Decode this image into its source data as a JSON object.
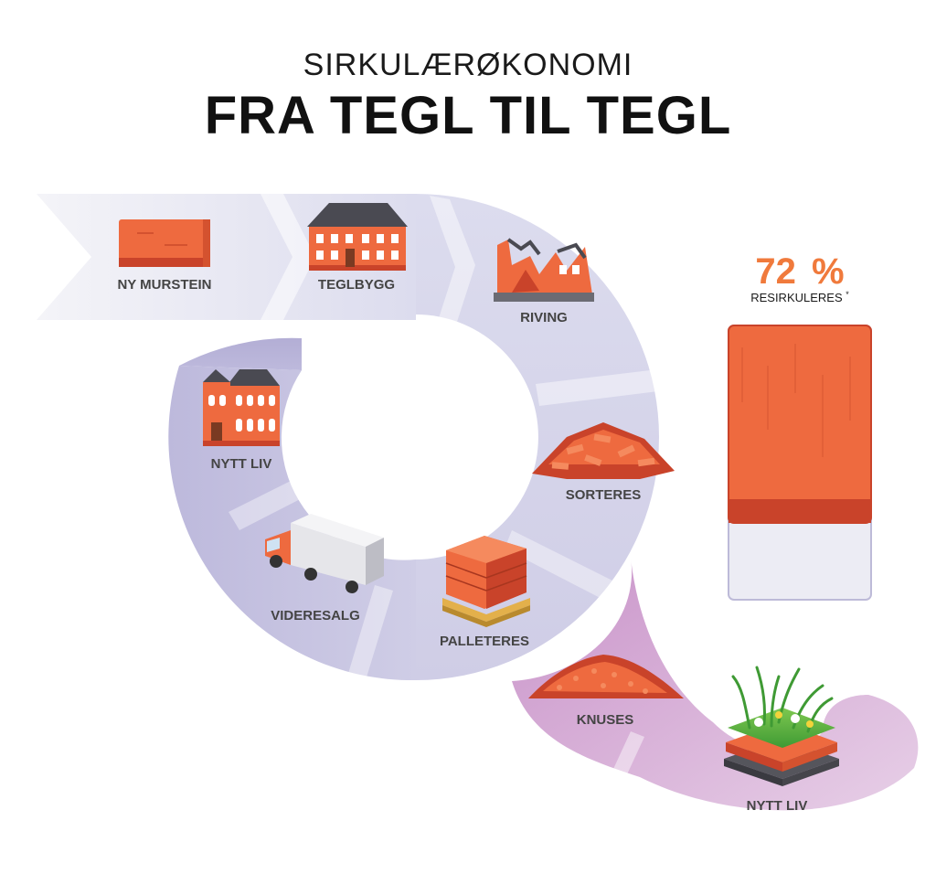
{
  "header": {
    "subtitle": "SIRKULÆRØKONOMI",
    "title": "FRA TEGL TIL TEGL"
  },
  "steps": [
    {
      "label": "NY MURSTEIN",
      "icon": "brick-icon"
    },
    {
      "label": "TEGLBYGG",
      "icon": "brick-building-icon"
    },
    {
      "label": "RIVING",
      "icon": "demolished-building-icon"
    },
    {
      "label": "SORTERES",
      "icon": "brick-pile-icon"
    },
    {
      "label": "PALLETERES",
      "icon": "brick-pallet-icon"
    },
    {
      "label": "VIDERESALG",
      "icon": "delivery-truck-icon"
    },
    {
      "label": "NYTT LIV",
      "icon": "church-building-icon"
    }
  ],
  "branch": [
    {
      "label": "KNUSES",
      "icon": "crushed-brick-icon"
    },
    {
      "label": "NYTT LIV",
      "icon": "green-roof-icon"
    }
  ],
  "stat": {
    "value": "72",
    "unit": "%",
    "label": "RESIRKULERES",
    "footnote_marker": "*",
    "fraction": 0.72
  },
  "colors": {
    "brick": "#ee6a3f",
    "brick_dark": "#c9432a",
    "accent_orange": "#f07a3c",
    "roof": "#4a4a52",
    "band_lavender": "#c7c3e0",
    "band_purple": "#cfa3cf"
  }
}
